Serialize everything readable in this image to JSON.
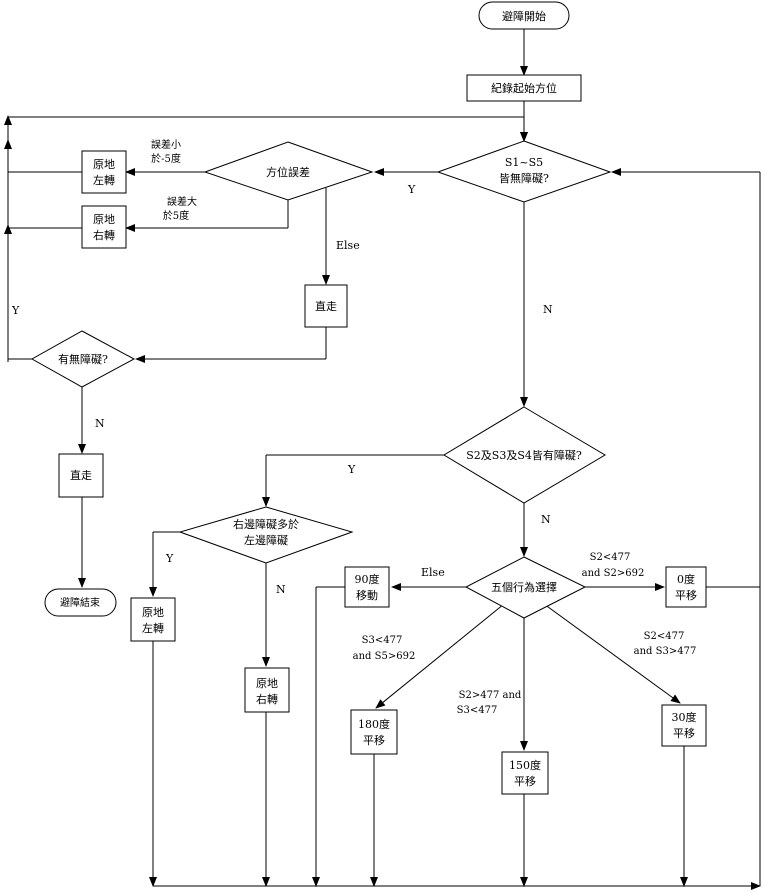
{
  "nodes": {
    "start": "避障開始",
    "record": "紀錄起始方位",
    "s1s5": [
      "S1~S5",
      "皆無障礙?"
    ],
    "heading_error": "方位誤差",
    "spin_left_1": [
      "原地",
      "左轉"
    ],
    "spin_right_1": [
      "原地",
      "右轉"
    ],
    "straight_1": "直走",
    "any_obstacle": "有無障礙?",
    "straight_2": "直走",
    "end": "避障結束",
    "s2s3s4": "S2及S3及S4皆有障礙?",
    "right_more_left": [
      "右邊障礙多於",
      "左邊障礙"
    ],
    "spin_left_2": [
      "原地",
      "左轉"
    ],
    "spin_right_2": [
      "原地",
      "右轉"
    ],
    "five_choice": "五個行為選擇",
    "move_90": [
      "90度",
      "移動"
    ],
    "shift_0": [
      "0度",
      "平移"
    ],
    "shift_180": [
      "180度",
      "平移"
    ],
    "shift_150": [
      "150度",
      "平移"
    ],
    "shift_30": [
      "30度",
      "平移"
    ]
  },
  "edge_labels": {
    "err_small": [
      "誤差小",
      "於-5度"
    ],
    "err_large": [
      "誤差大",
      "於5度"
    ],
    "else_1": "Else",
    "y_s1s5": "Y",
    "n_s1s5": "N",
    "y_loop": "Y",
    "n_obstacle": "N",
    "y_s234": "Y",
    "n_s234": "N",
    "y_right": "Y",
    "n_right": "N",
    "else_2": "Else",
    "cond_0": [
      "S2<477",
      "and S2>692"
    ],
    "cond_180": [
      "S3<477",
      "and S5>692"
    ],
    "cond_150": [
      "S2>477 and",
      "S3<477"
    ],
    "cond_30": [
      "S2<477",
      "and S3>477"
    ]
  }
}
